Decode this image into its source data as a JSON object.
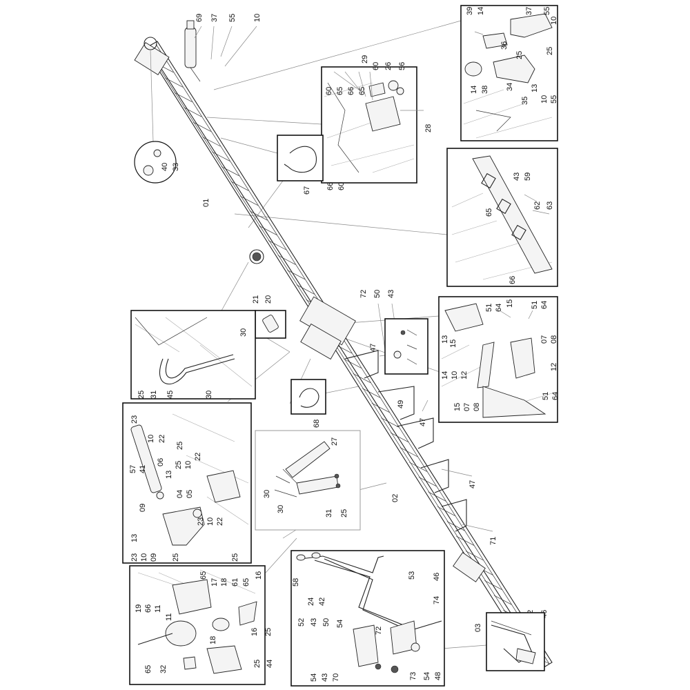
{
  "diagram": {
    "labels": {
      "top_69": "69",
      "top_37": "37",
      "top_55": "55",
      "top_10": "10",
      "circ_40": "40",
      "circ_33": "33",
      "main_01": "01",
      "main_02": "02",
      "main_03": "03",
      "clip1_67": "67",
      "clip2_68": "68",
      "bolt_21": "21",
      "bolt_20": "20",
      "lead_72": "72",
      "lead_50": "50",
      "lead_43": "43",
      "lead_47a": "47",
      "lead_49": "49",
      "lead_47b": "47",
      "lead_47c": "47",
      "lead_71": "71",
      "lead_42": "42",
      "lead_46": "46",
      "b1_60a": "60",
      "b1_65a": "65",
      "b1_66a": "66",
      "b1_65b": "65",
      "b1_29": "29",
      "b1_60b": "60",
      "b1_26": "26",
      "b1_56": "56",
      "b1_28": "28",
      "b1_66b": "66",
      "b1_60c": "60",
      "b2_39": "39",
      "b2_14a": "14",
      "b2_37": "37",
      "b2_55a": "55",
      "b2_10a": "10",
      "b2_36": "36",
      "b2_25a": "25",
      "b2_25b": "25",
      "b2_14b": "14",
      "b2_38": "38",
      "b2_34": "34",
      "b2_35": "35",
      "b2_13": "13",
      "b2_10b": "10",
      "b2_55b": "55",
      "b3_43": "43",
      "b3_59": "59",
      "b3_65": "65",
      "b3_62": "62",
      "b3_63": "63",
      "b3_66": "66",
      "b4_51a": "51",
      "b4_64a": "64",
      "b4_15a": "15",
      "b4_51b": "51",
      "b4_64b": "64",
      "b4_13": "13",
      "b4_15b": "15",
      "b4_07a": "07",
      "b4_08a": "08",
      "b4_14": "14",
      "b4_10": "10",
      "b4_12a": "12",
      "b4_12b": "12",
      "b4_15c": "15",
      "b4_07b": "07",
      "b4_08b": "08",
      "b4_51c": "51",
      "b4_64c": "64",
      "b5_30a": "30",
      "b5_25": "25",
      "b5_31": "31",
      "b5_45": "45",
      "b5_30b": "30",
      "b6_23a": "23",
      "b6_10a": "10",
      "b6_22a": "22",
      "b6_25a": "25",
      "b6_57": "57",
      "b6_41": "41",
      "b6_06": "06",
      "b6_13a": "13",
      "b6_25b": "25",
      "b6_10b": "10",
      "b6_22b": "22",
      "b6_04": "04",
      "b6_05": "05",
      "b6_09a": "09",
      "b6_23b": "23",
      "b6_10c": "10",
      "b6_22c": "22",
      "b6_13b": "13",
      "b6_23c": "23",
      "b6_10d": "10",
      "b6_09b": "09",
      "b6_25c": "25",
      "b6_25d": "25",
      "b7_27": "27",
      "b7_30a": "30",
      "b7_30b": "30",
      "b7_31": "31",
      "b7_25": "25",
      "b8_65a": "65",
      "b8_17": "17",
      "b8_18a": "18",
      "b8_61": "61",
      "b8_65b": "65",
      "b8_16a": "16",
      "b8_19": "19",
      "b8_66": "66",
      "b8_11a": "11",
      "b8_11b": "11",
      "b8_18b": "18",
      "b8_16b": "16",
      "b8_25a": "25",
      "b8_25b": "25",
      "b8_44": "44",
      "b8_65c": "65",
      "b8_32": "32",
      "b9_58": "58",
      "b9_24": "24",
      "b9_42": "42",
      "b9_53": "53",
      "b9_46": "46",
      "b9_74": "74",
      "b9_52": "52",
      "b9_43a": "43",
      "b9_50": "50",
      "b9_54a": "54",
      "b9_72": "72",
      "b9_54b": "54",
      "b9_43b": "43",
      "b9_70": "70",
      "b9_73": "73",
      "b9_54c": "54",
      "b9_48": "48"
    }
  }
}
